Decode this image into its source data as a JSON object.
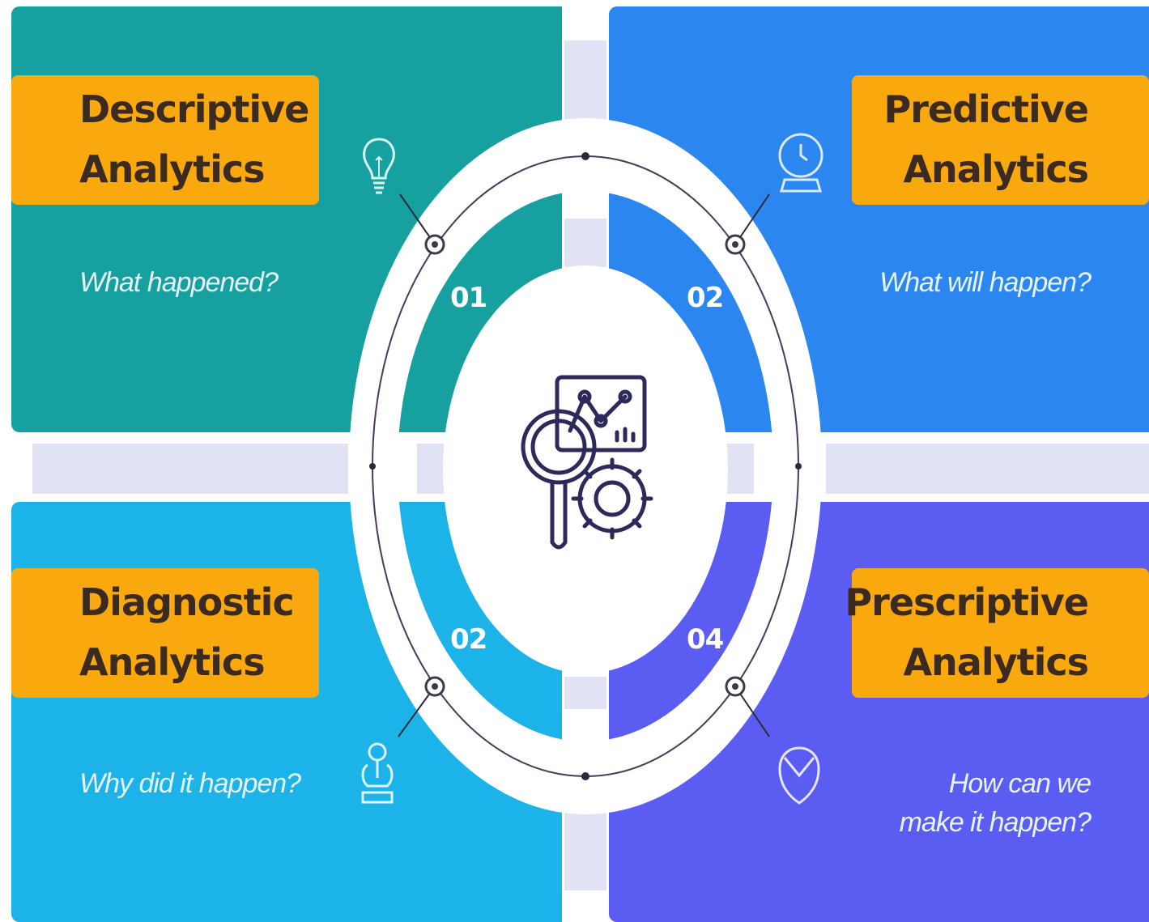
{
  "segments": [
    {
      "id": "descriptive",
      "number": "01",
      "title_line1": "Descriptive",
      "title_line2": "Analytics",
      "question_line1": "What happened?",
      "question_line2": "",
      "color": "#16a0a0",
      "icon": "lightbulb-icon"
    },
    {
      "id": "predictive",
      "number": "02",
      "title_line1": "Predictive",
      "title_line2": "Analytics",
      "question_line1": "What will happen?",
      "question_line2": "",
      "color": "#2c86ef",
      "icon": "crystal-ball-icon"
    },
    {
      "id": "diagnostic",
      "number": "02",
      "title_line1": "Diagnostic",
      "title_line2": "Analytics",
      "question_line1": "Why did it happen?",
      "question_line2": "",
      "color": "#1cb3e8",
      "icon": "diagnostic-hand-icon"
    },
    {
      "id": "prescriptive",
      "number": "04",
      "title_line1": "Prescriptive",
      "title_line2": "Analytics",
      "question_line1": "How can we",
      "question_line2": "make it happen?",
      "color": "#5a5cf2",
      "icon": "shield-check-icon"
    }
  ],
  "center": {
    "icon": "analytics-dashboard-icon"
  },
  "colors": {
    "tag": "#f9a90d",
    "tag_text": "#3a2a20",
    "band": "#e2e2f5",
    "ring_line": "#4a3a5a",
    "icon_stroke": "#2c2a5a"
  }
}
